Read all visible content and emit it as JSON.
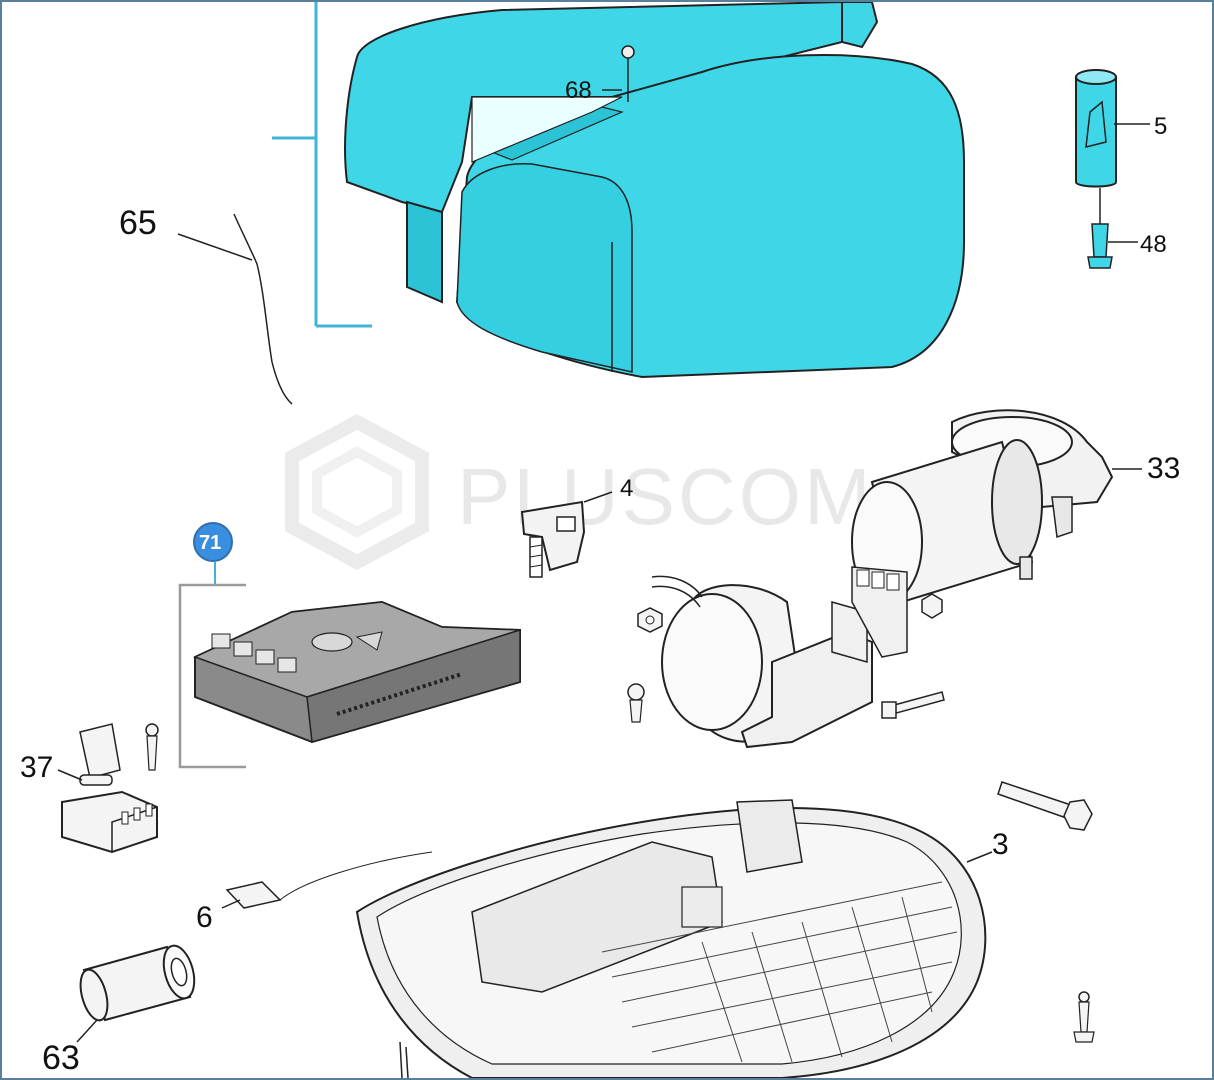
{
  "watermark": "PLUSCOM",
  "colors": {
    "cover": "#3fd7e8",
    "cover_dark": "#1fb3c7",
    "line": "#222222",
    "part_fill": "#f2f2f2",
    "board_fill": "#7a7a7a",
    "badge": "#3a8ee0",
    "bracket_line": "#3fb4d4"
  },
  "callouts": {
    "c65": "65",
    "c68": "68",
    "c5": "5",
    "c48": "48",
    "c4": "4",
    "c33": "33",
    "c71": "71",
    "c37": "37",
    "c3": "3",
    "c6": "6",
    "c63": "63"
  }
}
